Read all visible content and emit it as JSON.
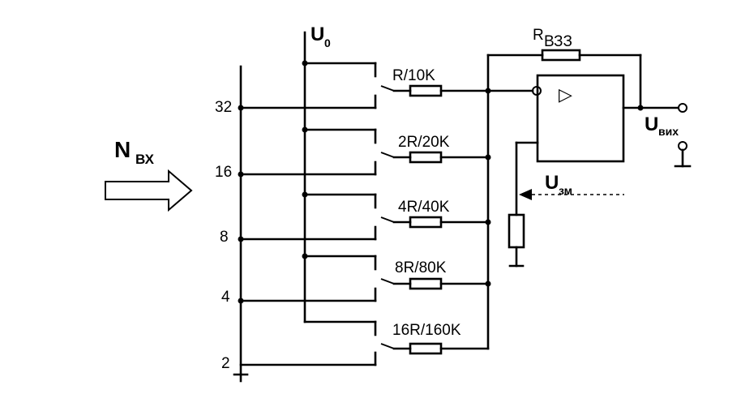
{
  "input": {
    "symbol": "N",
    "sub": "ВХ"
  },
  "bits": [
    "32",
    "16",
    "8",
    "4",
    "2"
  ],
  "reference": {
    "symbol": "U",
    "sub": "0"
  },
  "resistors": [
    "R/10K",
    "2R/20K",
    "4R/40K",
    "8R/80K",
    "16R/160K"
  ],
  "feedback": {
    "symbol": "R",
    "sub": "ВЗЗ"
  },
  "output": {
    "symbol": "U",
    "sub": "вих"
  },
  "offset": {
    "symbol": "U",
    "sub": "зм"
  },
  "opamp_symbol": "▷"
}
